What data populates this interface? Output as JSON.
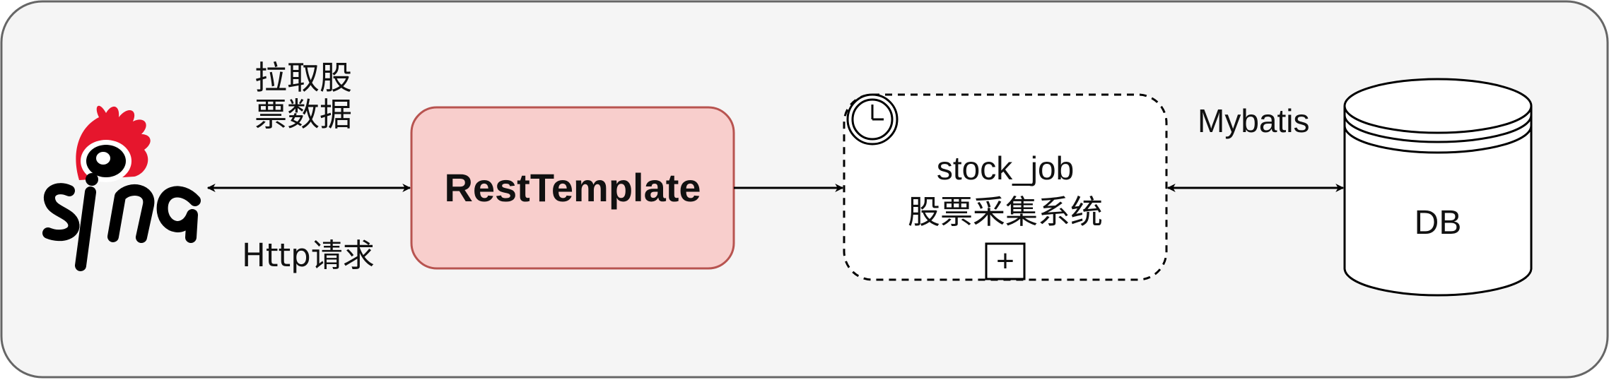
{
  "diagram": {
    "logo_text": "sina",
    "pull_label_line1": "拉取股",
    "pull_label_line2": "票数据",
    "http_label": "Http请求",
    "rest_template_label": "RestTemplate",
    "job_label_line1": "stock_job",
    "job_label_line2": "股票采集系统",
    "job_expand_symbol": "+",
    "mybatis_label": "Mybatis",
    "db_label": "DB"
  },
  "colors": {
    "background": "#f5f5f5",
    "container_border": "#666666",
    "rest_fill": "#f8cecc",
    "rest_border": "#b85450",
    "sina_red": "#e6162d",
    "line": "#000000"
  },
  "icons": {
    "sina_logo": "sina-weibo-logo",
    "clock": "clock-icon",
    "expand": "plus-square-icon",
    "database": "database-cylinder-icon"
  }
}
